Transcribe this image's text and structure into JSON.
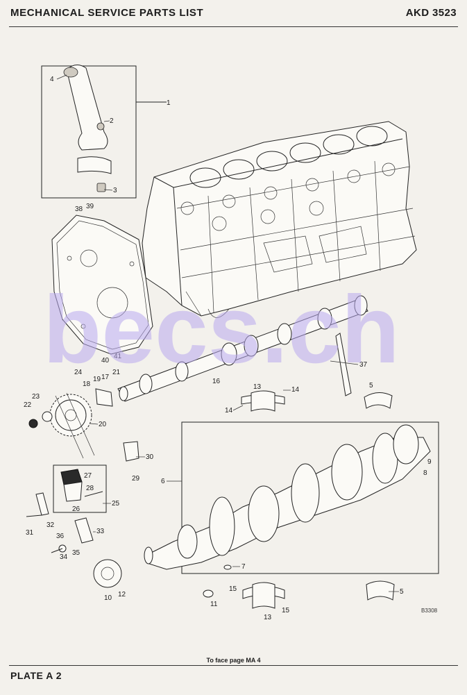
{
  "header": {
    "title": "MECHANICAL SERVICE PARTS LIST",
    "code": "AKD 3523"
  },
  "drawing": {
    "watermark": "becs.ch",
    "reference": "B3308",
    "callouts": [
      "1",
      "2",
      "3",
      "4",
      "5",
      "6",
      "7",
      "8",
      "9",
      "10",
      "11",
      "12",
      "13",
      "14",
      "15",
      "16",
      "17",
      "18",
      "19",
      "20",
      "21",
      "22",
      "23",
      "24",
      "25",
      "26",
      "27",
      "28",
      "29",
      "30",
      "31",
      "32",
      "33",
      "34",
      "35",
      "36",
      "37",
      "38",
      "39",
      "40",
      "41"
    ]
  },
  "footer": {
    "note": "To face page MA 4",
    "plate": "PLATE A 2"
  }
}
